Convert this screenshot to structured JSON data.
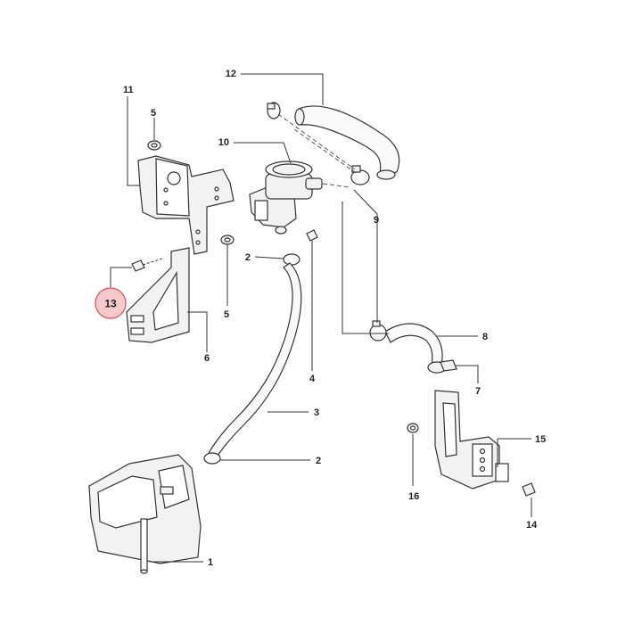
{
  "callouts": [
    {
      "id": "1",
      "text": "1"
    },
    {
      "id": "2a",
      "text": "2"
    },
    {
      "id": "2b",
      "text": "2"
    },
    {
      "id": "3",
      "text": "3"
    },
    {
      "id": "4",
      "text": "4"
    },
    {
      "id": "5a",
      "text": "5"
    },
    {
      "id": "5b",
      "text": "5"
    },
    {
      "id": "6",
      "text": "6"
    },
    {
      "id": "7",
      "text": "7"
    },
    {
      "id": "8",
      "text": "8"
    },
    {
      "id": "9",
      "text": "9"
    },
    {
      "id": "10",
      "text": "10"
    },
    {
      "id": "11",
      "text": "11"
    },
    {
      "id": "12",
      "text": "12"
    },
    {
      "id": "13",
      "text": "13",
      "highlighted": true
    },
    {
      "id": "14",
      "text": "14"
    },
    {
      "id": "15",
      "text": "15"
    },
    {
      "id": "16",
      "text": "16"
    }
  ],
  "highlight_color": "#f6c9cc",
  "highlight_border": "#d94c55"
}
